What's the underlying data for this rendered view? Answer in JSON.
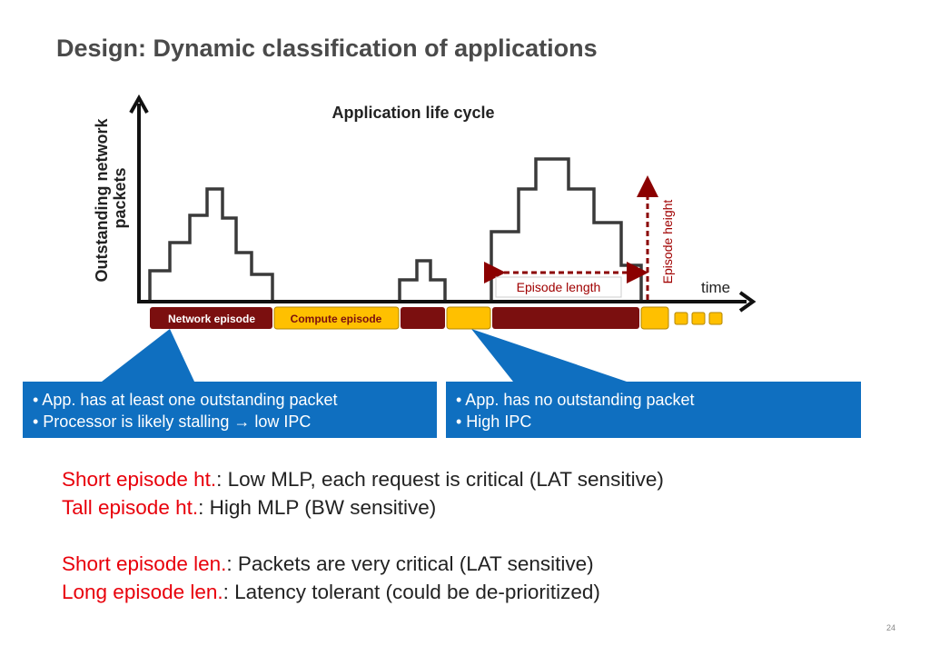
{
  "slide": {
    "title": "Design: Dynamic classification of applications",
    "page_number": "24"
  },
  "diagram": {
    "heading": "Application life cycle",
    "y_axis_label_line1": "Outstanding network",
    "y_axis_label_line2": "packets",
    "x_axis_label": "time",
    "episode_length_label": "Episode length",
    "episode_height_label": "Episode height",
    "network_episode_label": "Network episode",
    "compute_episode_label": "Compute episode",
    "colors": {
      "network": "#7b0f0f",
      "compute": "#ffc000",
      "callout": "#0f6fc0",
      "annotation": "#8b0000",
      "accent_text": "#e8000b"
    }
  },
  "callouts": [
    {
      "lines": [
        "• App. has at least one outstanding packet",
        "• Processor is likely stalling → low IPC"
      ]
    },
    {
      "lines": [
        "• App. has no outstanding packet",
        "• High IPC"
      ]
    }
  ],
  "notes": [
    {
      "term": "Short episode ht.",
      "text": ": Low MLP, each request is critical (LAT sensitive)"
    },
    {
      "term": "Tall episode ht.",
      "text": ": High MLP (BW sensitive)"
    },
    {
      "term": "Short episode len.",
      "text": ": Packets are very critical (LAT sensitive)"
    },
    {
      "term": "Long episode len.",
      "text": ": Latency tolerant (could be de-prioritized)"
    }
  ]
}
